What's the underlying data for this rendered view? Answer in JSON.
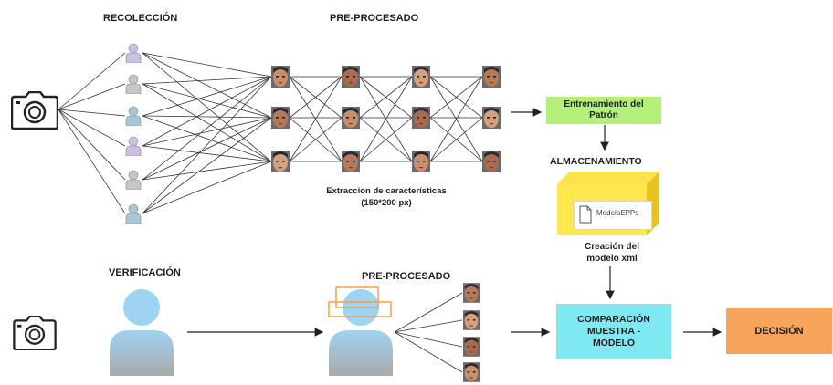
{
  "labels": {
    "recoleccion": "RECOLECCIÓN",
    "preprocesado_top": "PRE-PROCESADO",
    "extraccion_line1": "Extraccion de características",
    "extraccion_line2": "(150*200 px)",
    "entrenamiento_line1": "Entrenamiento del",
    "entrenamiento_line2": "Patrón",
    "almacenamiento": "ALMACENAMIENTO",
    "modelo_file": "ModeloEPPs",
    "creacion_line1": "Creación del",
    "creacion_line2": "modelo xml",
    "verificacion": "VERIFICACIÓN",
    "preprocesado_bottom": "PRE-PROCESADO",
    "comparacion_line1": "COMPARACIÓN",
    "comparacion_line2": "MUESTRA -",
    "comparacion_line3": "MODELO",
    "decision": "DECISIÓN"
  },
  "colors": {
    "entrenamiento_fill": "#b3f07a",
    "cube_front": "#ffe84d",
    "cube_side": "#f2d22b",
    "comparacion_fill": "#7fe9f2",
    "decision_fill": "#f6a55a",
    "person_top": "#9ed3f2",
    "person_bottom": "#a9a9a9",
    "crop_rect": "#f0a24a"
  },
  "icons": {
    "camera": "camera-icon",
    "user": "user-icon",
    "face": "face-thumbnail",
    "file": "file-icon"
  }
}
